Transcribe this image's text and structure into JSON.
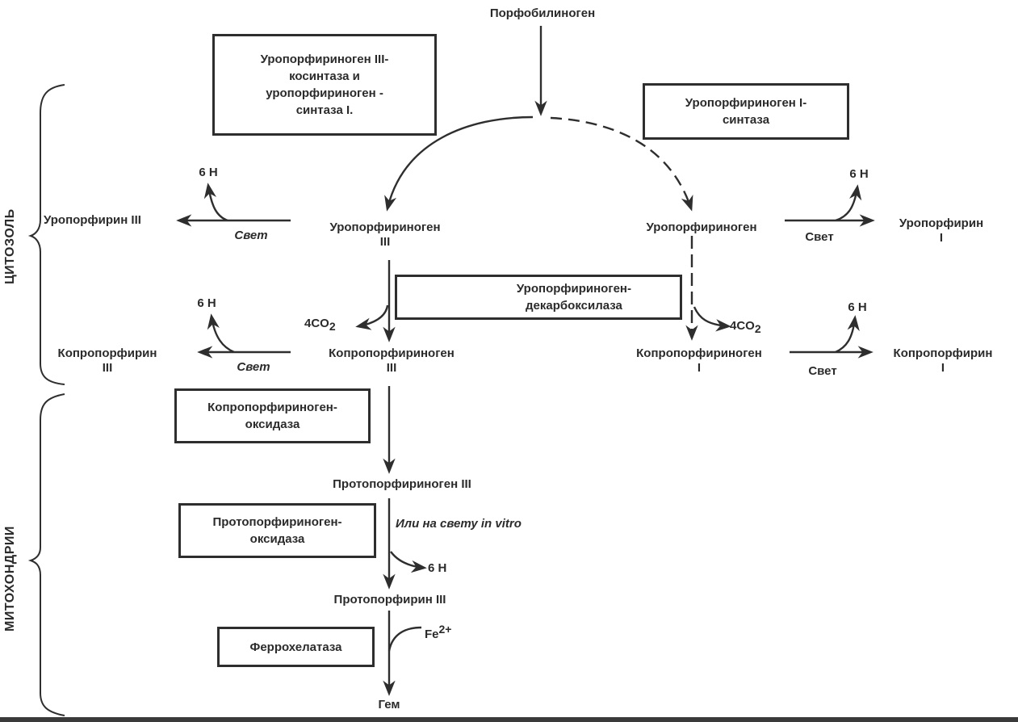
{
  "diagram": {
    "title_node": "Порфобилиноген",
    "compartments": {
      "cytosol": "ЦИТОЗОЛЬ",
      "mitochondria": "МИТОХОНДРИИ"
    },
    "enzymes": {
      "uro3_cosynthase": [
        "Уропорфириноген III-",
        "косинтаза и",
        "уропорфириноген -",
        "синтаза I."
      ],
      "uro1_synthase": [
        "Уропорфириноген I-",
        "синтаза"
      ],
      "uro_decarboxylase": [
        "Уропорфириноген-",
        "декарбоксилаза"
      ],
      "copro_oxidase": [
        "Копропорфириноген-",
        "оксидаза"
      ],
      "proto_oxidase": [
        "Протопорфириноген-",
        "оксидаза"
      ],
      "ferrochelatase": [
        "Феррохелатаза"
      ]
    },
    "nodes": {
      "uroporphyrinogen_3": [
        "Уропорфириноген",
        "III"
      ],
      "uroporphyrinogen_1": [
        "Уропорфириноген"
      ],
      "uroporphyrin_3": "Уропорфирин III",
      "uroporphyrin_1": [
        "Уропорфирин",
        "I"
      ],
      "coproporphyrinogen_3": [
        "Копропорфириноген",
        "III"
      ],
      "coproporphyrinogen_1": [
        "Копропорфириноген",
        "I"
      ],
      "coproporphyrin_3": [
        "Копропорфирин",
        "III"
      ],
      "coproporphyrin_1": [
        "Копропорфирин",
        "I"
      ],
      "protoporphyrinogen_3": "Протопорфириноген III",
      "protoporphyrin_3": "Протопорфирин III",
      "heme": "Гем"
    },
    "side_labels": {
      "light_italic": "Свет",
      "light": "Свет",
      "six_h": "6 Н",
      "co2_prefix": "4CO",
      "co2_sub": "2",
      "fe_prefix": "Fe",
      "fe_sup": "2+",
      "in_vitro": "Или на свету  in vitro"
    }
  }
}
